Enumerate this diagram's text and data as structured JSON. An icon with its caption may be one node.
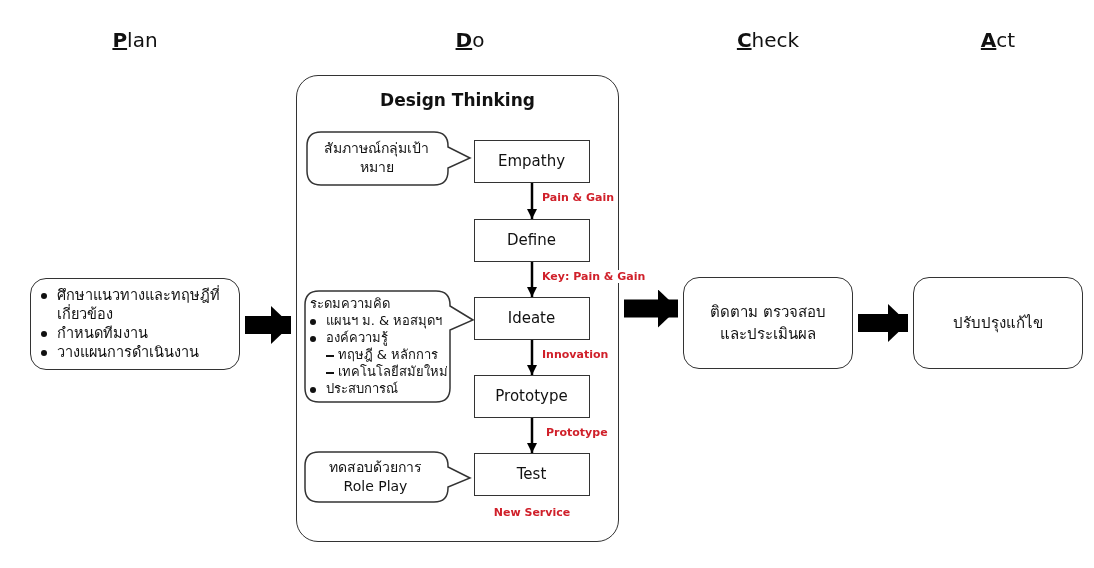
{
  "diagram": {
    "nodes": [
      {
        "text": [
          "ศึกษาแนวทางและทฤษฎีที่เกี่ยวข้อง",
          "กำหนดทีมงาน",
          "วางแผนการดำเนินงาน"
        ]
      },
      {
        "text": [
          "Design Thinking"
        ]
      },
      {
        "text": [
          "สัมภาษณ์กลุ่มเป้าหมาย"
        ],
        "in": 1
      },
      {
        "text": [
          "Empathy"
        ],
        "in": 1
      },
      {
        "text": [
          "Define"
        ],
        "in": 1
      },
      {
        "text": [
          "ระดมความคิด",
          "แผนฯ ม. & หอสมุดฯ",
          "องค์ความรู้",
          "ทฤษฎี & หลักการ",
          "เทคโนโลยีสมัยใหม่",
          "ประสบการณ์"
        ],
        "in": 1
      },
      {
        "text": [
          "Ideate"
        ],
        "in": 1
      },
      {
        "text": [
          "Prototype"
        ],
        "in": 1
      },
      {
        "text": [
          "ทดสอบด้วยการ Role Play"
        ],
        "in": 1
      },
      {
        "text": [
          "Test"
        ],
        "in": 1,
        "beside": [
          "New Service"
        ]
      },
      {
        "text": [
          "ติดตาม ตรวจสอบและประเมินผล"
        ]
      },
      {
        "text": [
          "ปรับปรุงแก้ไข"
        ]
      }
    ],
    "edges": [
      {
        "from": 0,
        "to": 1,
        "arrow": "to",
        "style": "thick"
      },
      {
        "from": 3,
        "to": 4,
        "arrow": "to",
        "label": "Pain & Gain"
      },
      {
        "from": 4,
        "to": 6,
        "arrow": "to",
        "label": "Key: Pain & Gain"
      },
      {
        "from": 6,
        "to": 7,
        "arrow": "to",
        "label": "Innovation"
      },
      {
        "from": 7,
        "to": 9,
        "arrow": "to",
        "label": "Prototype"
      },
      {
        "from": 1,
        "to": 10,
        "arrow": "to",
        "style": "thick"
      },
      {
        "from": 10,
        "to": 11,
        "arrow": "to",
        "style": "thick"
      }
    ],
    "labels": [
      "**P**lan",
      "**D**o",
      "**C**heck",
      "**A**ct"
    ]
  }
}
